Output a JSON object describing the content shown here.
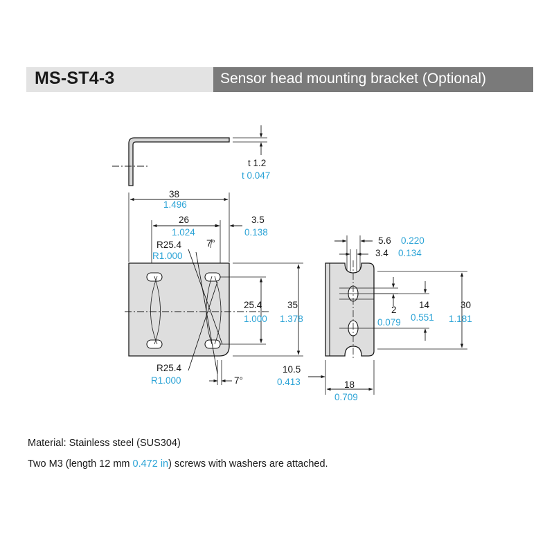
{
  "header": {
    "model": "MS-ST4-3",
    "title": "Sensor head mounting bracket (Optional)"
  },
  "colors": {
    "metric": "#1a1a1a",
    "inch": "#2ba3d6",
    "title_bg": "#7a7a7a",
    "model_bg": "#e3e3e3"
  },
  "dimensions": {
    "thickness_mm": "t 1.2",
    "thickness_in": "t 0.047",
    "width_mm": "38",
    "width_in": "1.496",
    "hole_pitch_mm": "26",
    "hole_pitch_in": "1.024",
    "edge_mm": "3.5",
    "edge_in": "0.138",
    "radius_top_mm": "R25.4",
    "radius_top_in": "R1.000",
    "angle_top": "7°",
    "vert_pitch_mm": "25.4",
    "vert_pitch_in": "1.000",
    "height_mm": "35",
    "height_in": "1.378",
    "radius_bot_mm": "R25.4",
    "radius_bot_in": "R1.000",
    "angle_bot": "7°",
    "slot_w_mm": "5.6",
    "slot_w_in": "0.220",
    "slot_n_mm": "3.4",
    "slot_n_in": "0.134",
    "gap_mm": "2",
    "gap_in": "0.079",
    "side_pitch_mm": "14",
    "side_pitch_in": "0.551",
    "side_height_mm": "30",
    "side_height_in": "1.181",
    "offset_mm": "10.5",
    "offset_in": "0.413",
    "side_width_mm": "18",
    "side_width_in": "0.709"
  },
  "notes": {
    "material": "Material: Stainless steel (SUS304)",
    "screws_pre": "Two M3 (length 12 mm ",
    "screws_in": "0.472 in",
    "screws_post": ") screws with washers are attached."
  }
}
